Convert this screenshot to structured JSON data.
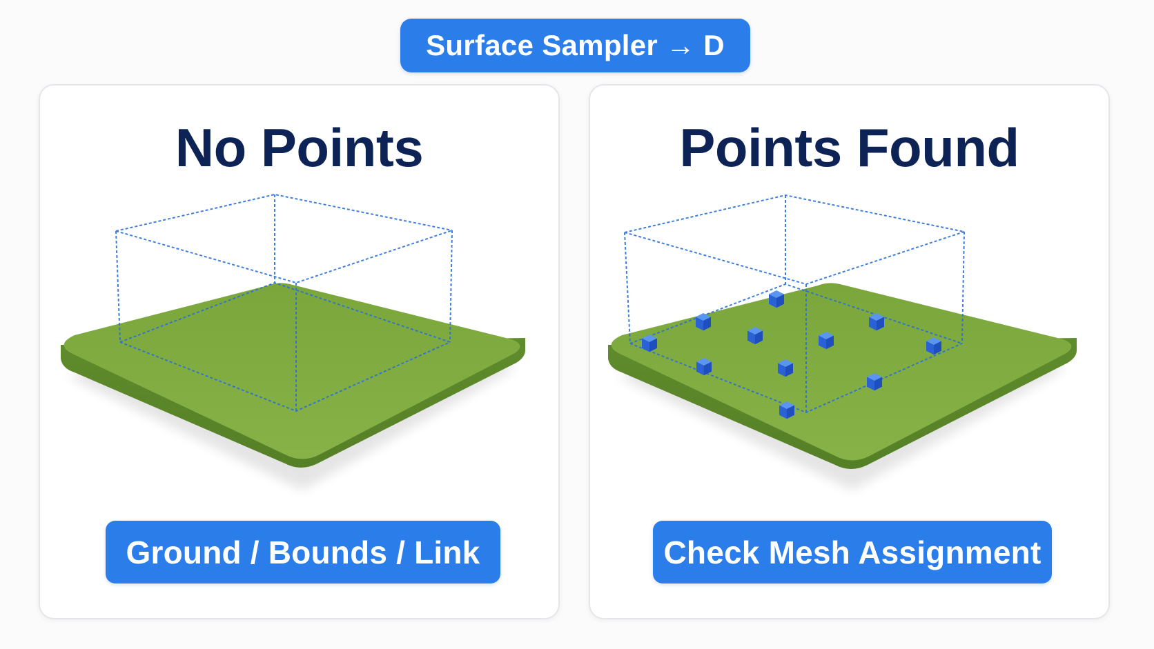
{
  "header": {
    "title": "Surface Sampler → D"
  },
  "panels": [
    {
      "title": "No Points",
      "action": "Ground / Bounds / Link",
      "points_shown": false
    },
    {
      "title": "Points Found",
      "action": "Check Mesh Assignment",
      "points_shown": true
    }
  ],
  "colors": {
    "accent": "#2b7de9",
    "title_text": "#0d2356",
    "ground": "#7eaa3f",
    "bounds_line": "#2b6fd8",
    "point": "#2f6fe0"
  }
}
